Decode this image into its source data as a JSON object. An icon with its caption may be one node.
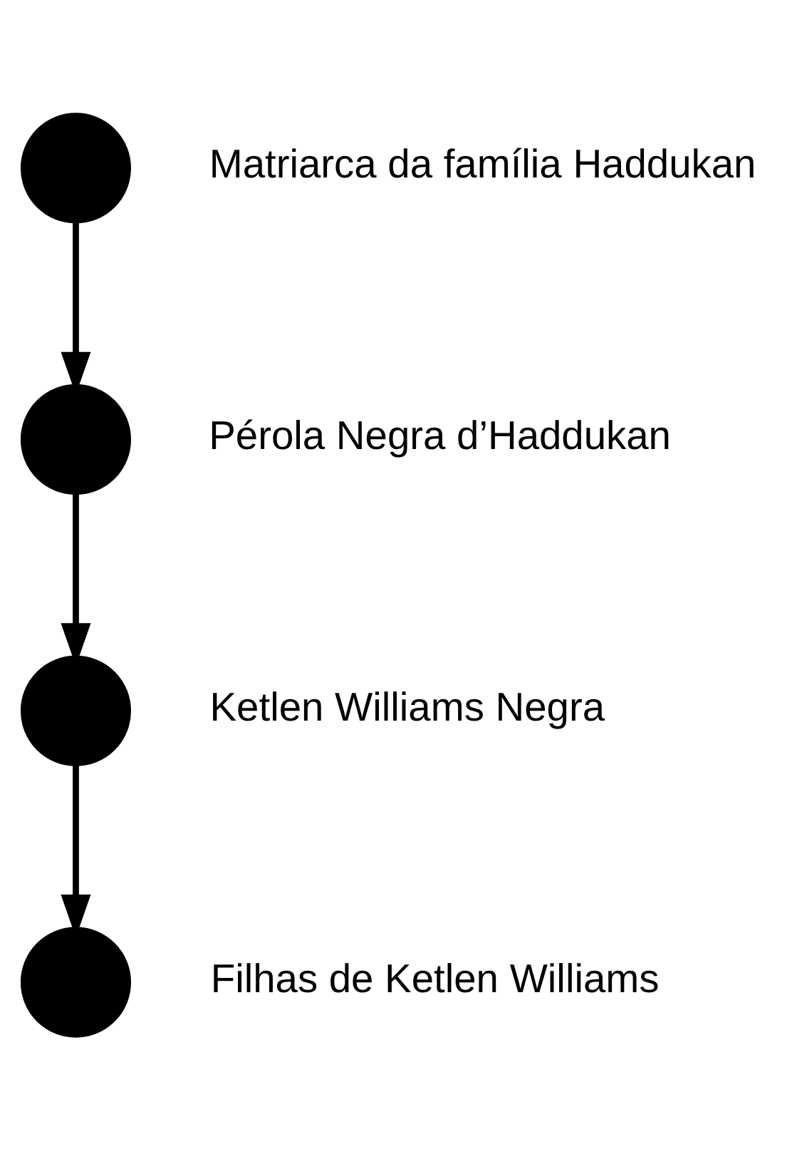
{
  "diagram": {
    "nodes": [
      {
        "text": [],
        "shape": "circle",
        "beside": [
          "Matriarca da família Haddukan"
        ]
      },
      {
        "text": [],
        "shape": "circle",
        "beside": [
          "Pérola Negra d’Haddukan"
        ]
      },
      {
        "text": [],
        "shape": "circle",
        "beside": [
          "Ketlen Williams Negra"
        ]
      },
      {
        "text": [],
        "shape": "circle",
        "beside": [
          "Filhas de Ketlen Williams"
        ]
      }
    ],
    "edges": [
      {
        "from": 0,
        "to": 1,
        "arrow": "to"
      },
      {
        "from": 1,
        "to": 2,
        "arrow": "to"
      },
      {
        "from": 2,
        "to": 3,
        "arrow": "to"
      }
    ]
  }
}
